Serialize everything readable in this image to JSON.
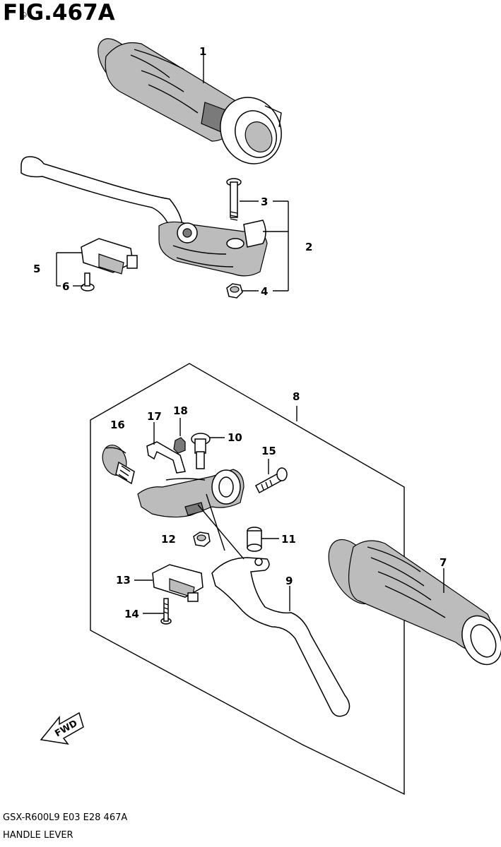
{
  "figure": {
    "title": "FIG.467A",
    "copyright": "©",
    "model_code": "GSX-R600L9  E03  E28  467A",
    "section_name": "HANDLE LEVER",
    "fwd_label": "FWD"
  },
  "callouts": {
    "c1": "1",
    "c2": "2",
    "c3": "3",
    "c4": "4",
    "c5": "5",
    "c6": "6",
    "c7": "7",
    "c8": "8",
    "c9": "9",
    "c10": "10",
    "c11": "11",
    "c12": "12",
    "c13": "13",
    "c14": "14",
    "c15": "15",
    "c16": "16",
    "c17": "17",
    "c18": "18"
  }
}
